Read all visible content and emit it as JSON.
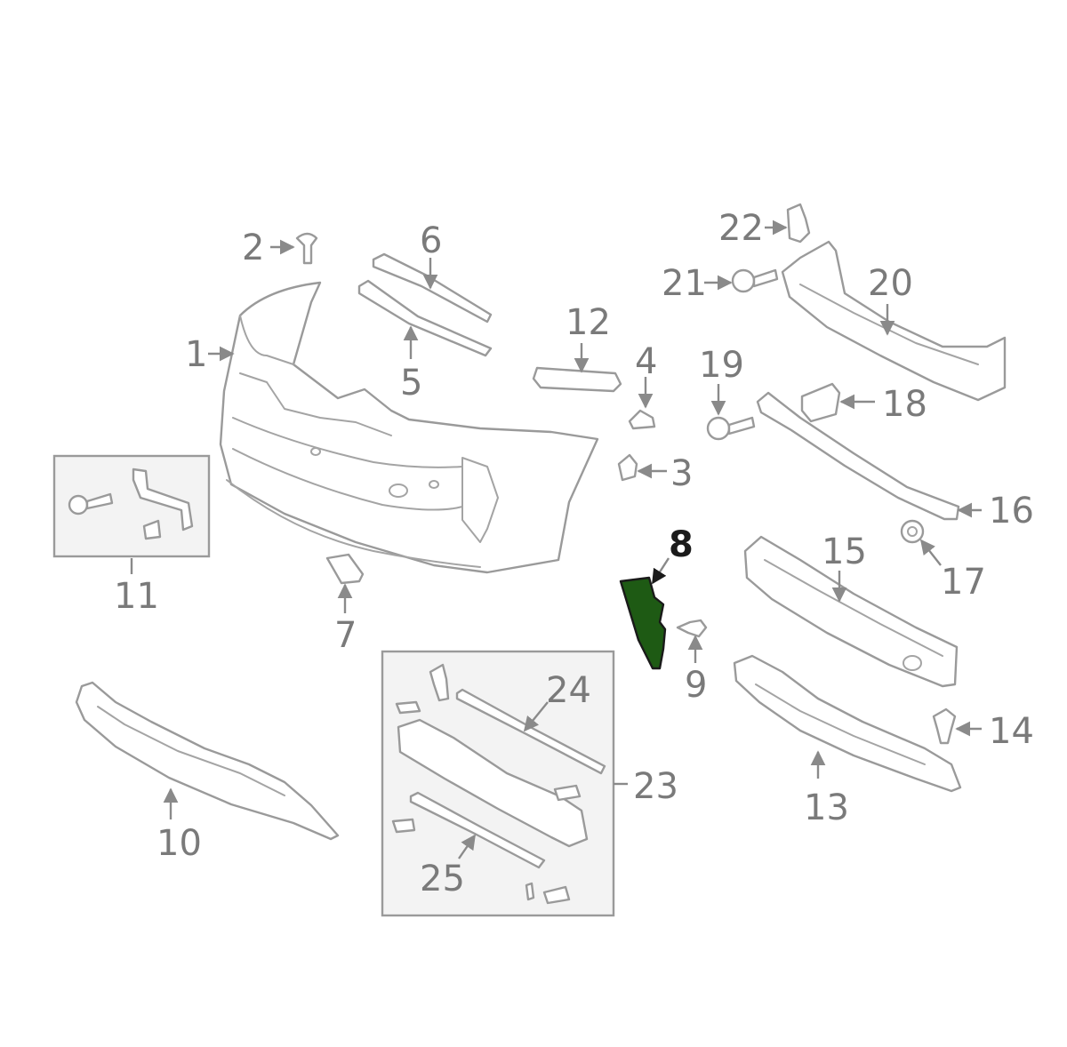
{
  "highlight_color": "#1e5a14",
  "highlighted_part": "8",
  "labels": {
    "p1": "1",
    "p2": "2",
    "p3": "3",
    "p4": "4",
    "p5": "5",
    "p6": "6",
    "p7": "7",
    "p8": "8",
    "p9": "9",
    "p10": "10",
    "p11": "11",
    "p12": "12",
    "p13": "13",
    "p14": "14",
    "p15": "15",
    "p16": "16",
    "p17": "17",
    "p18": "18",
    "p19": "19",
    "p20": "20",
    "p21": "21",
    "p22": "22",
    "p23": "23",
    "p24": "24",
    "p25": "25"
  }
}
